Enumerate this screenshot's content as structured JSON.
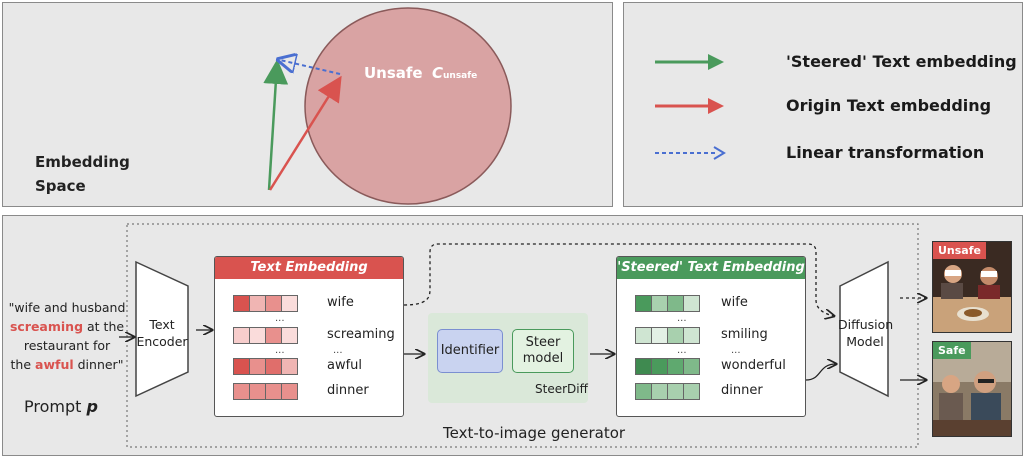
{
  "embedding_space": {
    "title_line1": "Embedding",
    "title_line2": "Space",
    "region_label": "Unsafe",
    "region_symbol": "C",
    "region_subscript": "unsafe"
  },
  "legend": {
    "items": [
      {
        "label": "'Steered' Text embedding",
        "color": "#4a9a5c"
      },
      {
        "label": "Origin Text embedding",
        "color": "#d9534f"
      },
      {
        "label": "Linear transformation",
        "color": "#4a6fd1"
      }
    ]
  },
  "prompt": {
    "quote_open": "\"wife and husband",
    "word_screaming": "screaming",
    "after_screaming": " at the",
    "line3": "restaurant for",
    "the_word": "the ",
    "word_awful": "awful",
    "after_awful": " dinner\"",
    "label": "Prompt ",
    "label_symbol": "p"
  },
  "text_encoder": {
    "line1": "Text",
    "line2": "Encoder"
  },
  "text_embedding": {
    "header": "Text Embedding",
    "header_color": "#d9534f",
    "tokens": [
      "wife",
      "screaming",
      "awful",
      "dinner"
    ],
    "ellipsis": [
      "...",
      "...",
      "..."
    ]
  },
  "steerdiff": {
    "identifier": "Identifier",
    "steer_line1": "Steer",
    "steer_line2": "model",
    "caption": "SteerDiff"
  },
  "steered_embedding": {
    "header": "'Steered' Text Embedding",
    "header_color": "#4a9a5c",
    "tokens": [
      "wife",
      "smiling",
      "wonderful",
      "dinner"
    ],
    "ellipsis": [
      "...",
      "...",
      "..."
    ]
  },
  "diffusion": {
    "line1": "Diffusion",
    "line2": "Model"
  },
  "generator_label": "Text-to-image generator",
  "outputs": {
    "unsafe_tag": "Unsafe",
    "unsafe_color": "#d9534f",
    "safe_tag": "Safe",
    "safe_color": "#4a9a5c"
  }
}
